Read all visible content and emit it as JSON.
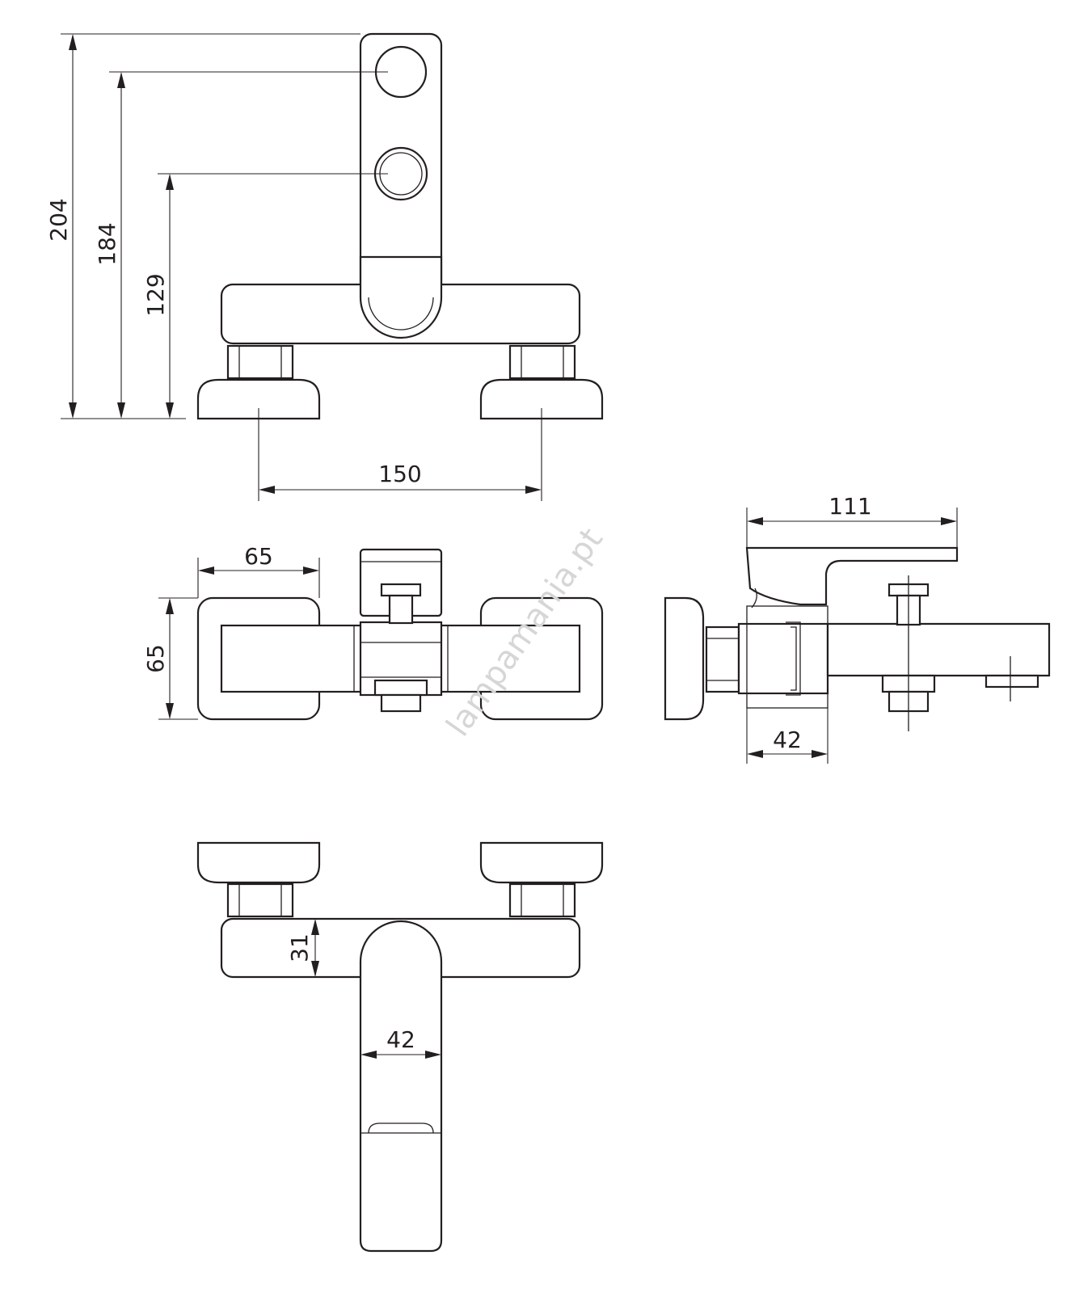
{
  "watermark": "lampamania.pt",
  "dimensions": {
    "total_height": "204",
    "upper_outlet_height": "184",
    "lower_outlet_height": "129",
    "inlet_spacing": "150",
    "top_width": "65",
    "top_depth": "65",
    "side_projection": "111",
    "side_body_depth": "42",
    "bottom_body_height": "31",
    "bottom_handle_width": "42"
  },
  "colors": {
    "line": "#231f20",
    "watermark": "#d6d6d6",
    "background": "#ffffff"
  }
}
